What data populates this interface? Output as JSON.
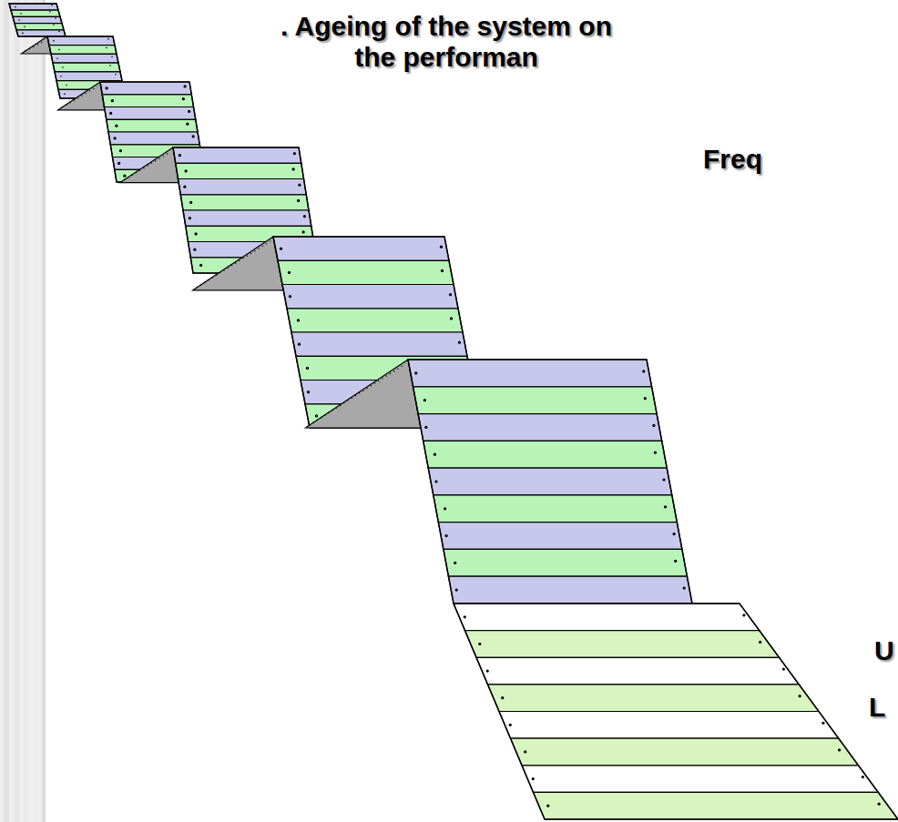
{
  "diagram": {
    "title": ". Ageing of the system on the performan",
    "labels": [
      "Freq",
      "U",
      "L"
    ]
  }
}
